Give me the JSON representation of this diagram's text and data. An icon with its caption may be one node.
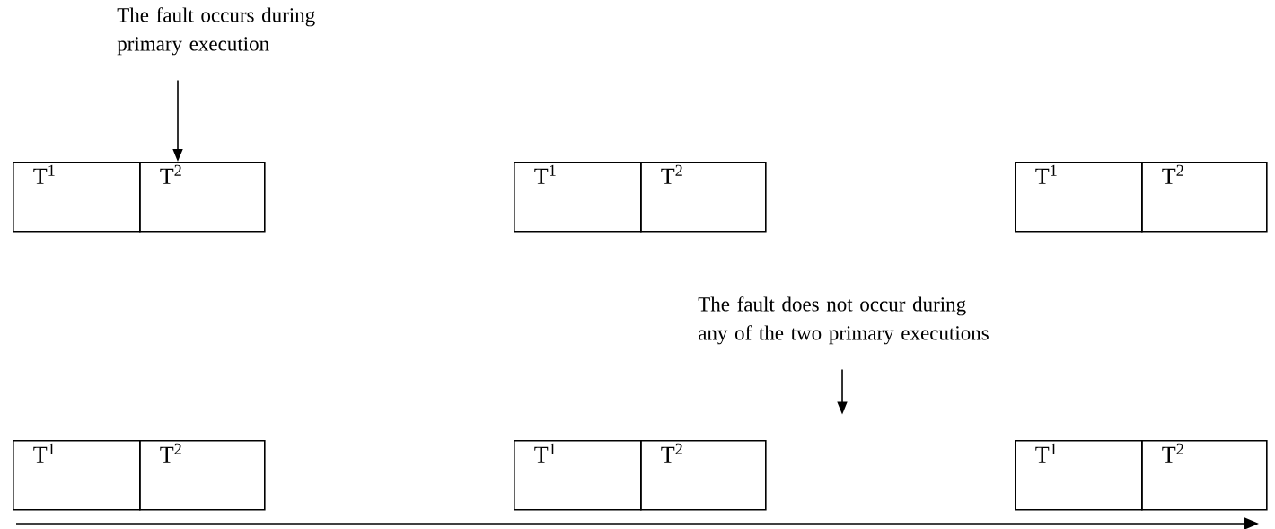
{
  "diagram": {
    "nodes": [
      {
        "text": [
          "The fault occurs during primary execution"
        ]
      },
      {
        "text": [
          "T$^{1}$"
        ]
      },
      {
        "text": [
          "T$^{2}$"
        ]
      },
      {
        "text": [
          "T$^{1}$"
        ]
      },
      {
        "text": [
          "T$^{2}$"
        ]
      },
      {
        "text": [
          "T$^{1}$"
        ]
      },
      {
        "text": [
          "T$^{2}$"
        ]
      },
      {
        "text": [
          "The fault does not occur during any of the two primary executions"
        ]
      },
      {
        "text": [
          "T$^{1}$"
        ]
      },
      {
        "text": [
          "T$^{2}$"
        ]
      },
      {
        "text": [
          "T$^{1}$"
        ]
      },
      {
        "text": [
          "T$^{2}$"
        ]
      },
      {
        "text": [
          "T$^{1}$"
        ]
      },
      {
        "text": [
          "T$^{2}$"
        ]
      }
    ],
    "edges": [
      {
        "from": 0,
        "to": 2,
        "arrow": "to"
      },
      {
        "from": 7,
        "to": null,
        "arrow": "to"
      }
    ]
  }
}
